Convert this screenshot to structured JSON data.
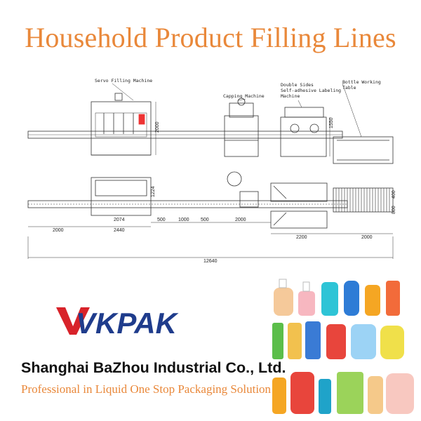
{
  "page": {
    "title": "Household Product Filling Lines",
    "title_color": "#E9883A",
    "accent_color": "#E9883A"
  },
  "drawing": {
    "labels": {
      "servo": "Servo Filling Machine",
      "capping": "Capping Machine",
      "labeling_1": "Double Sides",
      "labeling_2": "Self-adhesive Labeling",
      "labeling_3": "Machine",
      "table_1": "Bottle Working",
      "table_2": "Table"
    },
    "dimensions": {
      "h_filler": "2000",
      "h_labeler": "1550",
      "plan_filler_h": "1224",
      "d_2000_left": "2000",
      "d_2074": "2074",
      "d_2440": "2440",
      "d_500_a": "500",
      "d_1000": "1000",
      "d_500_b": "500",
      "d_2000_mid": "2000",
      "d_2200": "2200",
      "d_2000_right": "2000",
      "d_total": "12640",
      "w_table_a": "400",
      "w_table_b": "800"
    }
  },
  "brand": {
    "logo_text": "VKPAK",
    "logo_color": "#1F3C8C",
    "logo_accent": "#D8232A",
    "company": "Shanghai BaZhou Industrial Co., Ltd.",
    "tagline": "Professional in Liquid One Stop Packaging Solution"
  },
  "bottles": {
    "row1": [
      "#F5C99A",
      "#F7B7C0",
      "#2EC4D6",
      "#2E7CD6",
      "#F5A623",
      "#F26B3A"
    ],
    "row2": [
      "#5BBE4A",
      "#F2C14E",
      "#3A7BD5",
      "#E8453C",
      "#9CD3F5",
      "#F0E04A"
    ],
    "row3": [
      "#F5A623",
      "#E8453C",
      "#1FA3C9",
      "#9BD35A",
      "#F5C98A",
      "#F8C8C0"
    ]
  }
}
